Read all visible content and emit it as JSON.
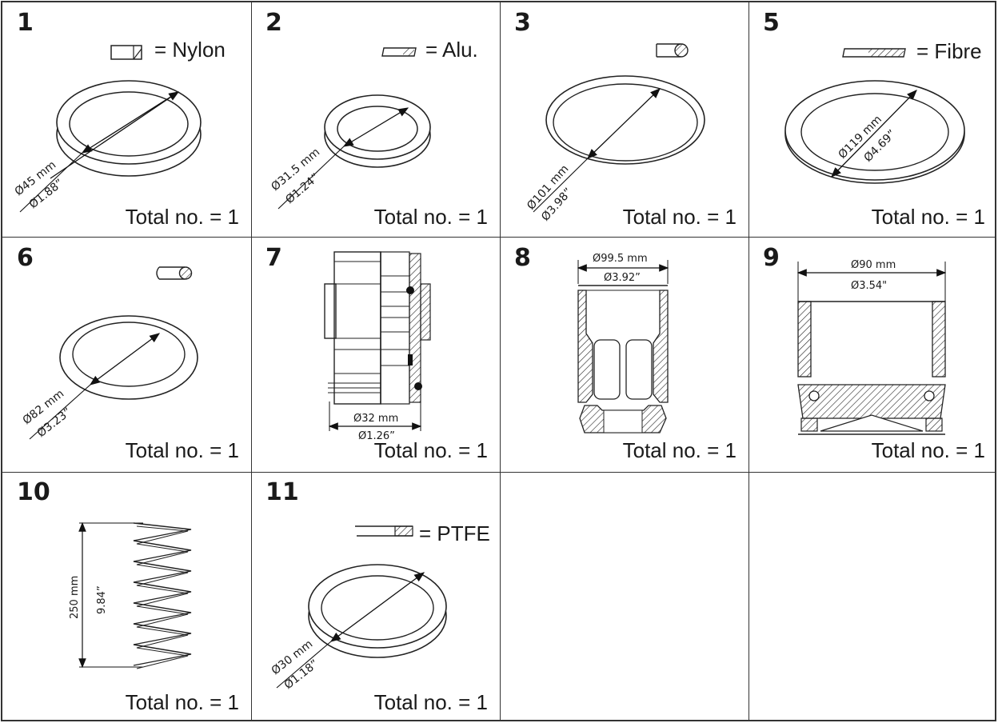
{
  "cells": [
    {
      "num": "1",
      "total": "Total no. = 1",
      "material": "= Nylon",
      "dim_mm": "Ø45 mm",
      "dim_in": "Ø1.88”"
    },
    {
      "num": "2",
      "total": "Total no. = 1",
      "material": "= Alu.",
      "dim_mm": "Ø31.5 mm",
      "dim_in": "Ø1.24”"
    },
    {
      "num": "3",
      "total": "Total no. = 1",
      "dim_mm": "Ø101 mm",
      "dim_in": "Ø3.98”"
    },
    {
      "num": "5",
      "total": "Total no. = 1",
      "material": "= Fibre",
      "dim_mm": "Ø119 mm",
      "dim_in": "Ø4.69”"
    },
    {
      "num": "6",
      "total": "Total no. = 1",
      "dim_mm": "Ø82 mm",
      "dim_in": "Ø3.23”"
    },
    {
      "num": "7",
      "total": "Total no. = 1",
      "dim_mm": "Ø32 mm",
      "dim_in": "Ø1.26”"
    },
    {
      "num": "8",
      "total": "Total no. = 1",
      "dim_mm": "Ø99.5 mm",
      "dim_in": "Ø3.92”"
    },
    {
      "num": "9",
      "total": "Total no. = 1",
      "dim_mm": "Ø90 mm",
      "dim_in": "Ø3.54\""
    },
    {
      "num": "10",
      "total": "Total no. = 1",
      "dim_mm": "250 mm",
      "dim_in": "9.84”"
    },
    {
      "num": "11",
      "total": "Total no. = 1",
      "material": "= PTFE",
      "dim_mm": "Ø30 mm",
      "dim_in": "Ø1.18”"
    }
  ]
}
